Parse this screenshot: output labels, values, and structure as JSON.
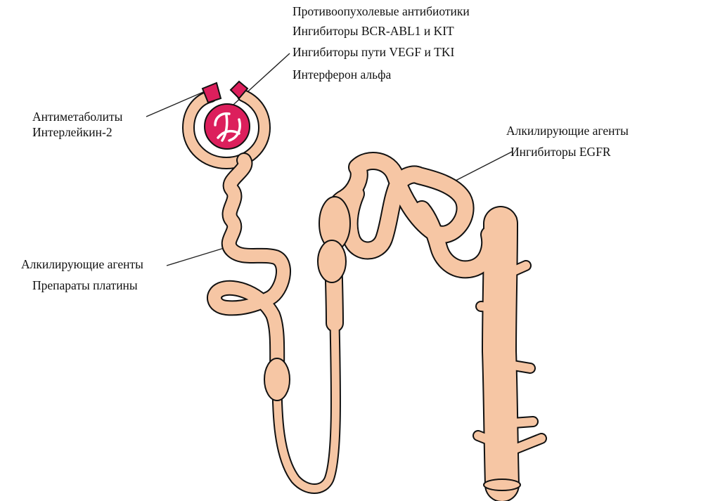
{
  "labels": {
    "glomerulus": {
      "antitumor_antibiotics": "Противоопухолевые антибиотики",
      "bcr_abl_kit": "Ингибиторы BCR-ABL1 и KIT",
      "vegf_tki": "Ингибиторы пути VEGF и TKI",
      "interferon": "Интерферон альфа",
      "antimetabolites": "Антиметаболиты",
      "interleukin": "Интерлейкин-2"
    },
    "proximal_tubule": {
      "alkylating": "Алкилирующие агенты",
      "platinum": "Препараты платины"
    },
    "distal_tubule": {
      "alkylating": "Алкилирующие агенты",
      "egfr": "Ингибиторы EGFR"
    }
  },
  "colors": {
    "tubule_fill": "#f6c6a4",
    "tubule_outline": "#111111",
    "vessel_fill": "#dc1f5c",
    "label_text": "#111111",
    "leader_line": "#222222"
  }
}
